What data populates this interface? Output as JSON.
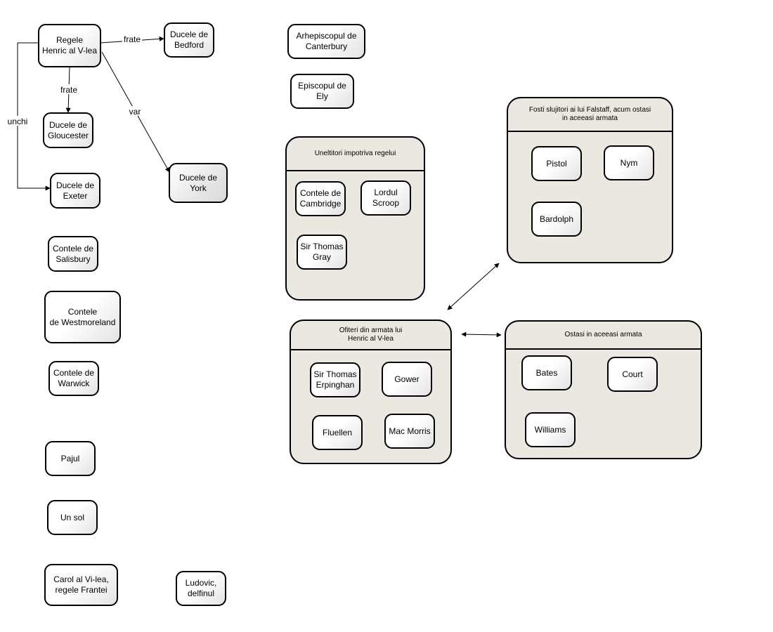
{
  "nodes": {
    "henric": "Regele\nHenric al V-lea",
    "bedford": "Ducele de\nBedford",
    "gloucester": "Ducele de\nGloucester",
    "exeter": "Ducele de\nExeter",
    "york": "Ducele de\nYork",
    "salisbury": "Contele de\nSalisbury",
    "westmoreland": "Contele\nde Westmoreland",
    "warwick": "Contele de\nWarwick",
    "pajul": "Pajul",
    "sol": "Un sol",
    "carol": "Carol al Vi-lea,\nregele Frantei",
    "ludovic": "Ludovic,\ndelfinul",
    "canterbury": "Arhepiscopul de\nCanterbury",
    "ely": "Episcopul de\nEly",
    "cambridge": "Contele de\nCambridge",
    "scroop": "Lordul\nScroop",
    "gray": "Sir Thomas\nGray",
    "pistol": "Pistol",
    "nym": "Nym",
    "bardolph": "Bardolph",
    "erpinghan": "Sir Thomas\nErpinghan",
    "gower": "Gower",
    "fluellen": "Fluellen",
    "macmorris": "Mac Morris",
    "bates": "Bates",
    "court": "Court",
    "williams": "Williams"
  },
  "groups": {
    "traitors": "Uneltitori impotriva regelui",
    "falstaff": "Fosti slujitori ai lui Falstaff, acum ostasi\nin aceeasi armata",
    "officers": "Ofiteri din armata lui\nHenric al V-lea",
    "soldiers": "Ostasi in aceeasi armata"
  },
  "edge_labels": {
    "bedford": "frate",
    "gloucester": "frate",
    "york": "var",
    "exeter": "unchi"
  },
  "colors": {
    "group_fill": "#ebe7e1",
    "stroke": "#000000"
  }
}
